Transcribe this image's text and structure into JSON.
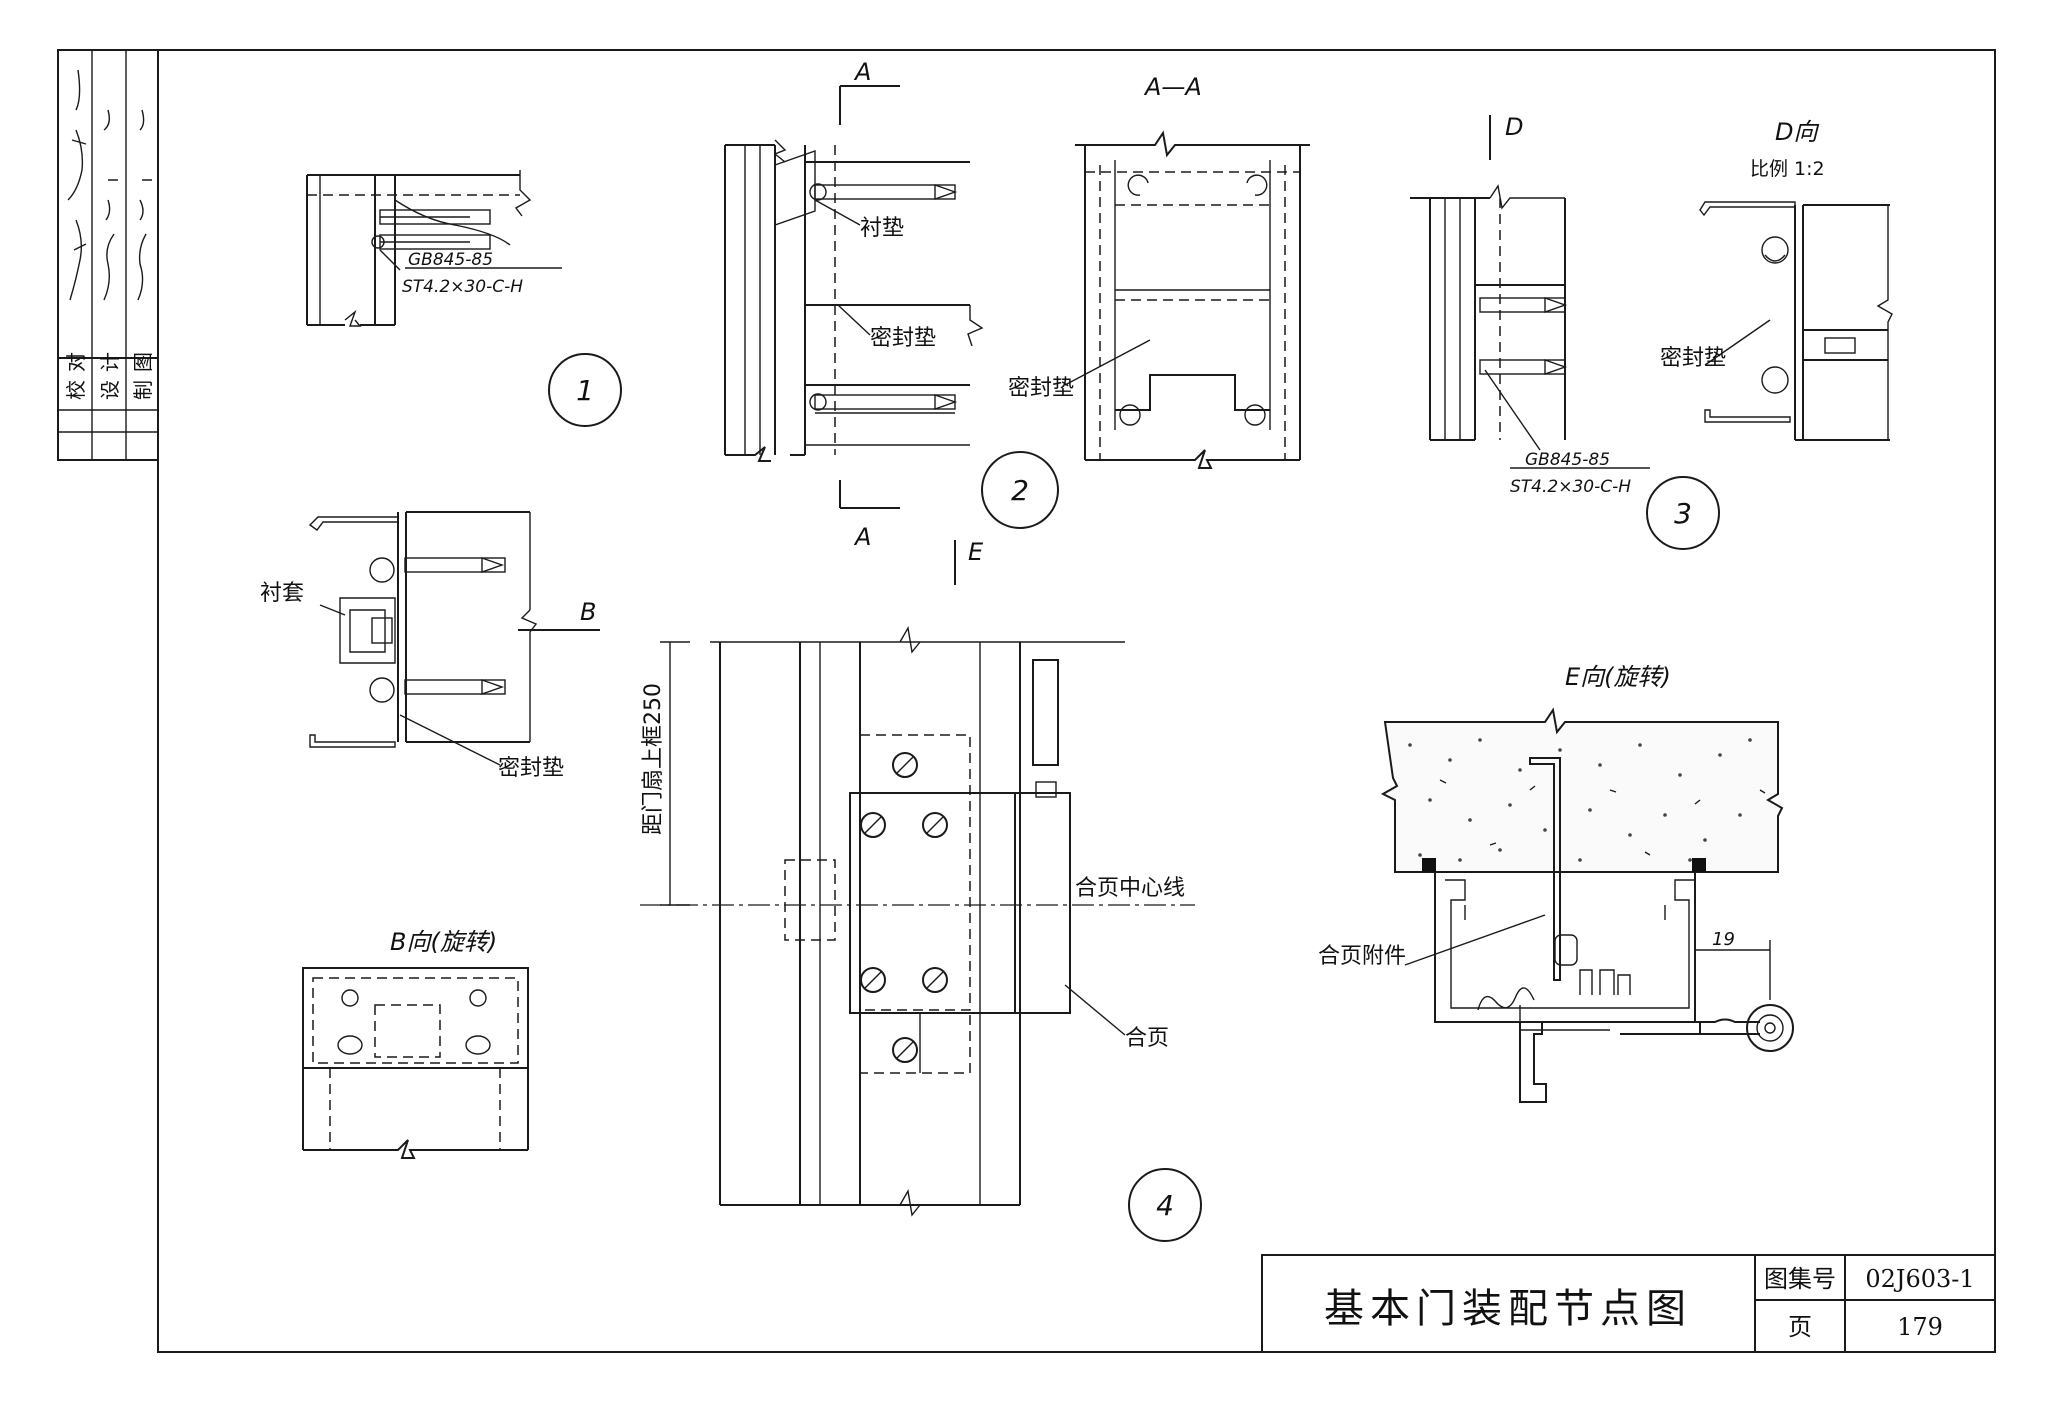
{
  "sidebar_signatures": {
    "row1": [
      "校",
      "对"
    ],
    "row2": [
      "设",
      "计"
    ],
    "row3": [
      "制",
      "图"
    ]
  },
  "title_block": {
    "title": "基本门装配节点图",
    "atlas_label": "图集号",
    "atlas_number": "02J603-1",
    "page_label": "页",
    "page_number": "179"
  },
  "labels": {
    "spec_line1": "GB845-85",
    "spec_line2": "ST4.2×30-C-H",
    "gasket": "衬垫",
    "seal_gasket": "密封垫",
    "sleeve": "衬套",
    "section_A": "A",
    "section_AA": "A—A",
    "section_D": "D",
    "view_D": "D向",
    "scale": "比例 1:2",
    "section_B": "B",
    "view_B": "B向(旋转)",
    "section_E": "E",
    "view_E": "E向(旋转)",
    "dim_250": "距门扇上框250",
    "hinge_centerline": "合页中心线",
    "hinge": "合页",
    "hinge_fitting": "合页附件",
    "dim_19": "19"
  },
  "detail_numbers": [
    "1",
    "2",
    "3",
    "4"
  ]
}
